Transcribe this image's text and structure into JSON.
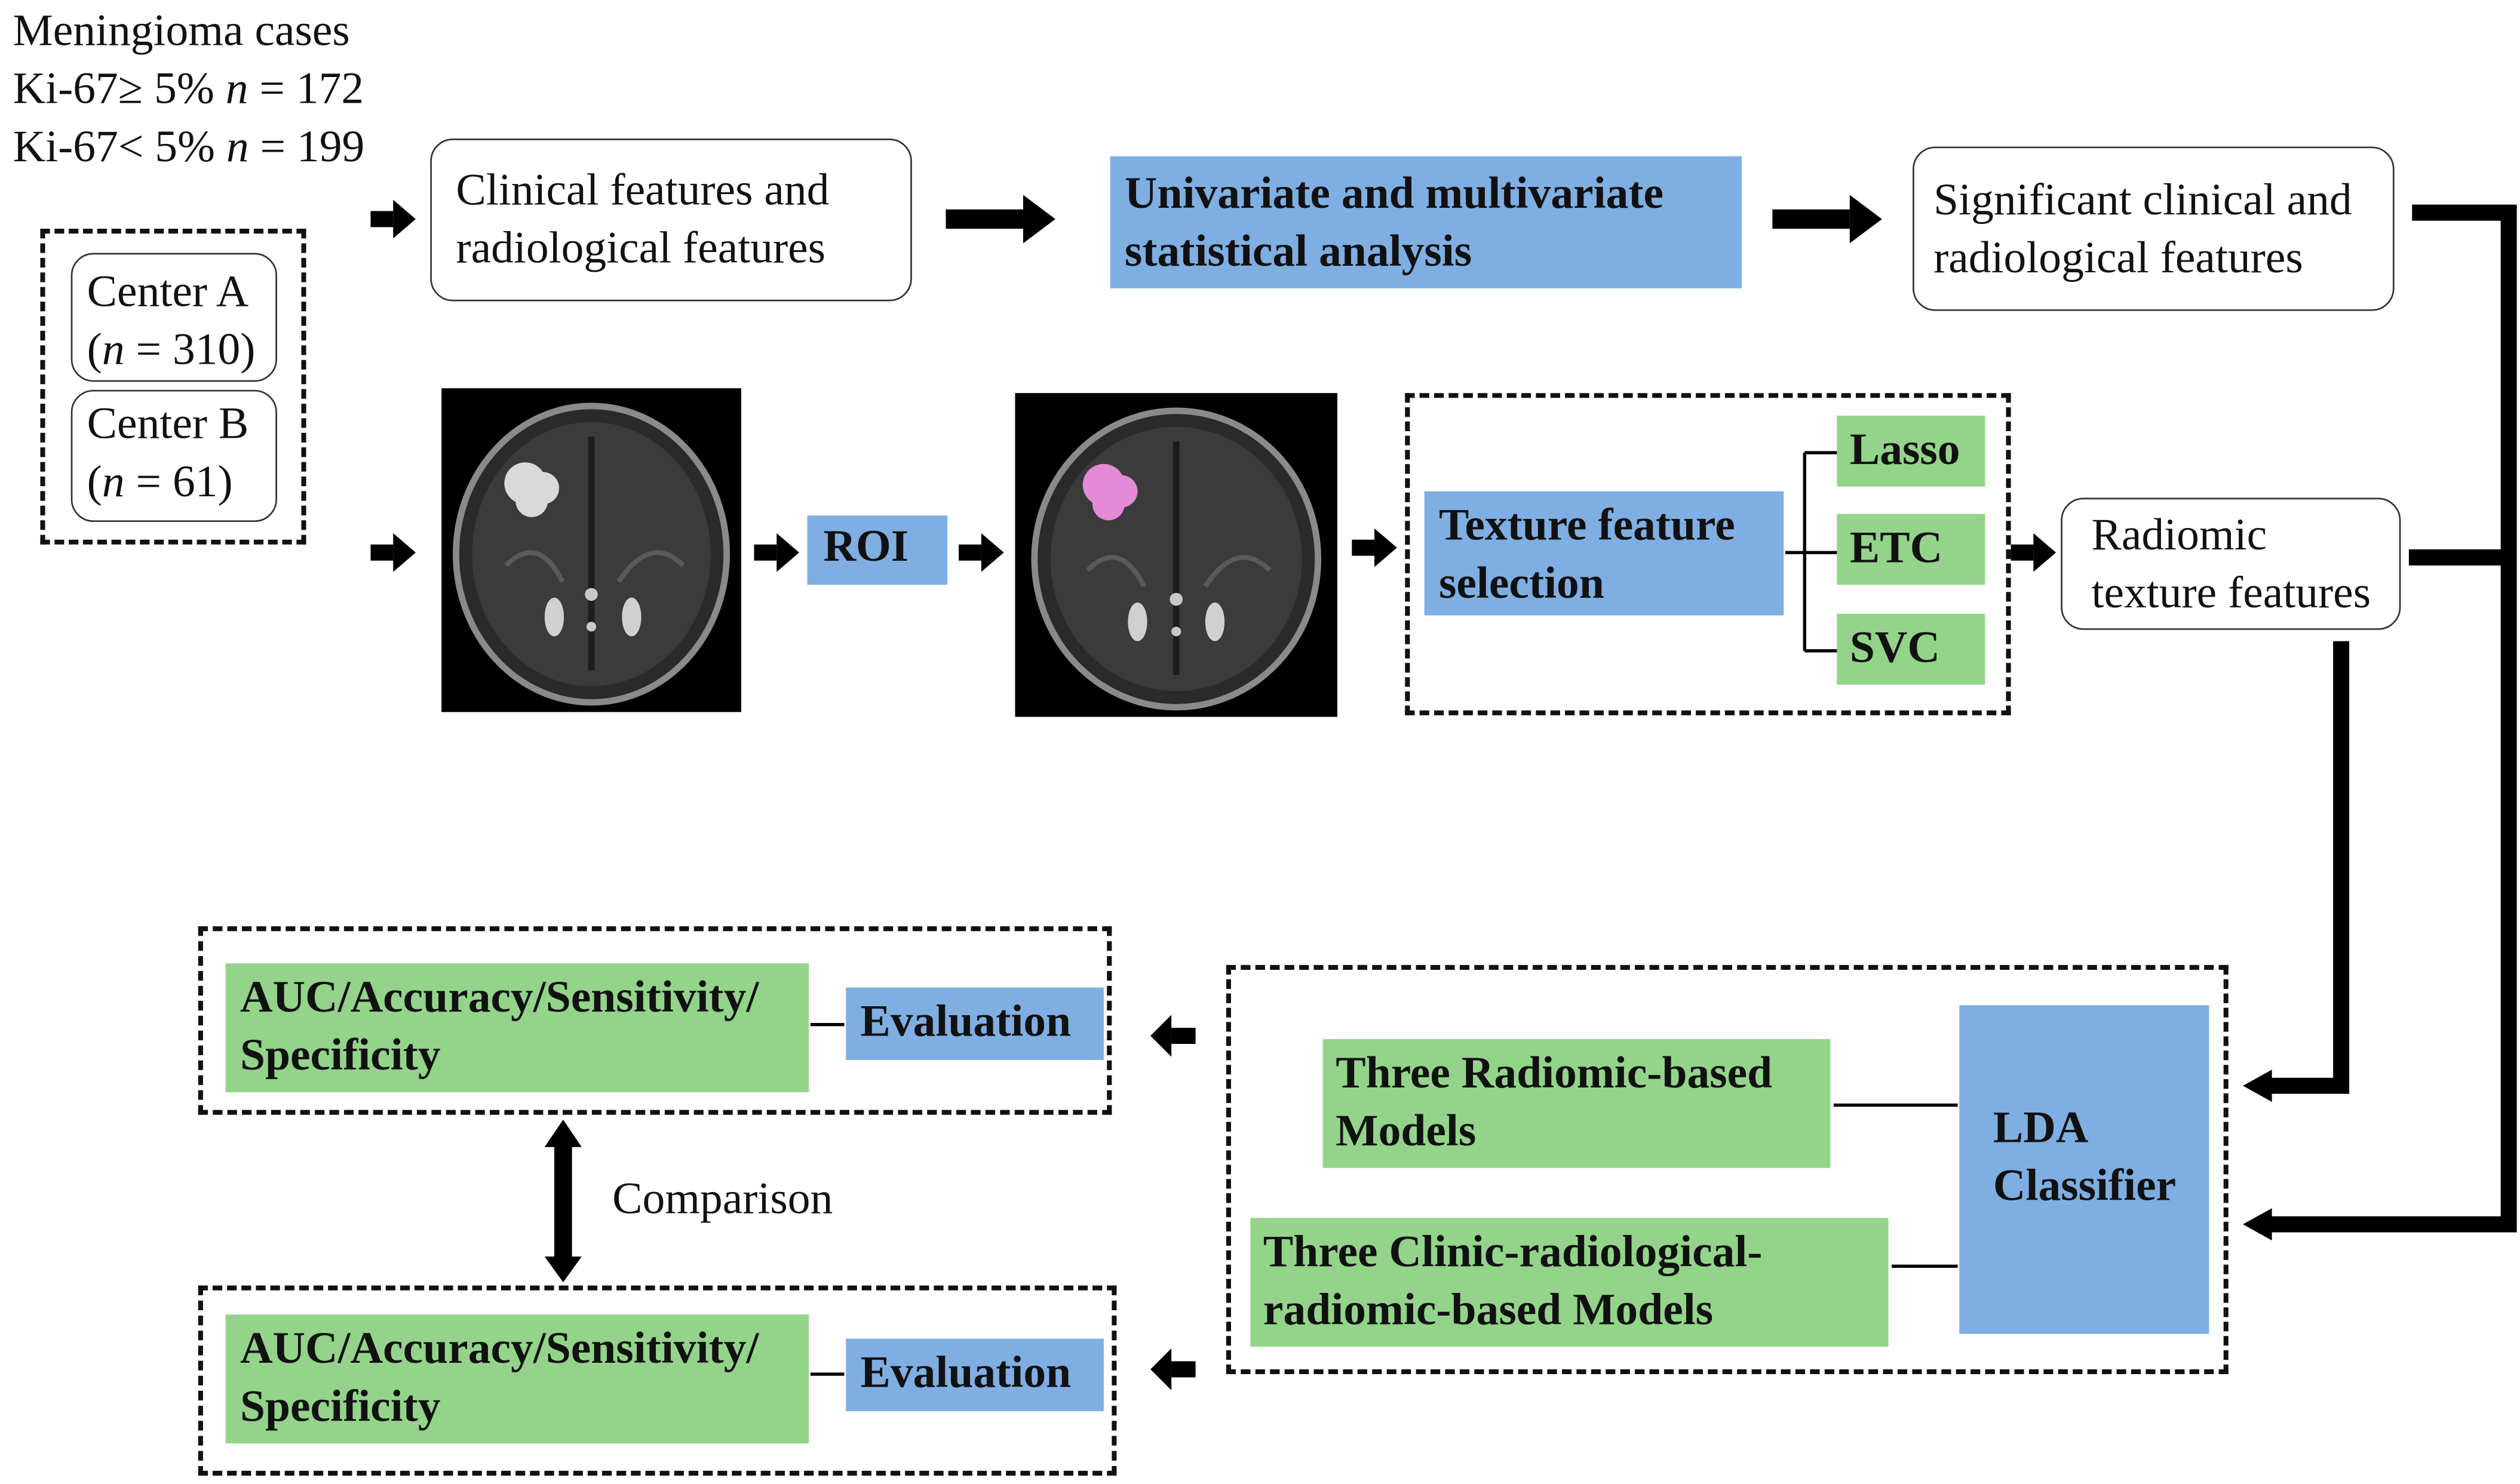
{
  "header": {
    "line1": "Meningioma cases",
    "line2": "Ki-67≥ 5% n = 172",
    "line3": "Ki-67< 5% n = 199"
  },
  "centers": {
    "a_name": "Center A",
    "a_n": "(n = 310)",
    "b_name": "Center B",
    "b_n": "(n = 61)"
  },
  "boxes": {
    "clinical": "Clinical features and\nradiological features",
    "univariate": "Univariate and multivariate\nstatistical analysis",
    "significant": "Significant clinical and\nradiological features",
    "roi": "ROI",
    "texture_selection": "Texture feature\nselection",
    "lasso": "Lasso",
    "etc": "ETC",
    "svc": "SVC",
    "radiomic_texture": "Radiomic\ntexture features",
    "lda": "LDA\nClassifier",
    "radiomic_models": "Three Radiomic-based\nModels",
    "clinic_models": "Three Clinic-radiological-\nradiomic-based Models",
    "metrics_top": "AUC/Accuracy/Sensitivity/\nSpecificity",
    "evaluation_top": "Evaluation",
    "metrics_bottom": "AUC/Accuracy/Sensitivity/\nSpecificity",
    "evaluation_bottom": "Evaluation",
    "comparison": "Comparison"
  },
  "colors": {
    "blue": "#7faee2",
    "green": "#93d48a",
    "roi_mask": "#e58ad6",
    "mask_plain": "#d9d9d9"
  },
  "icons": [
    "arrow-right-icon",
    "arrow-left-icon",
    "arrow-down-icon",
    "double-arrow-icon",
    "brain-mri-image",
    "brain-mri-roi-image"
  ]
}
